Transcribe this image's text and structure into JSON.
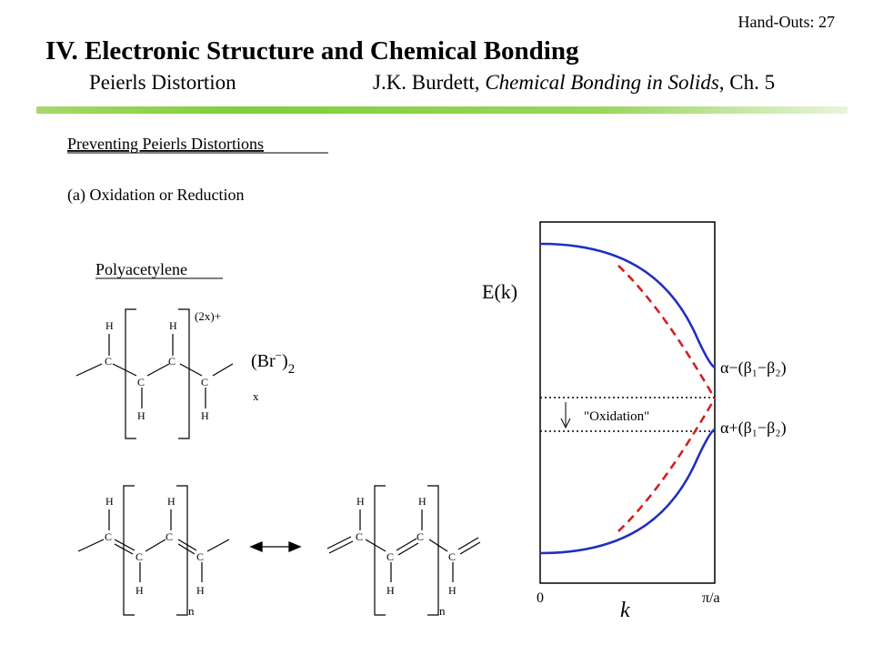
{
  "header": {
    "handout": "Hand-Outs: 27",
    "title": "IV. Electronic Structure and Chemical Bonding",
    "subtitle_left": "Peierls Distortion",
    "ref_author": "J.K. Burdett,",
    "ref_book": "Chemical Bonding in Solids",
    "ref_chapter": ", Ch. 5"
  },
  "content": {
    "section_title": "Preventing Peierls Distortions",
    "item_a": "(a) Oxidation or Reduction",
    "molecule_label": "Polyacetylene",
    "charge_label": "(2x)+",
    "counter_ion": "(Br",
    "counter_ion_sup": "−",
    "counter_ion_close": ")",
    "counter_ion_sub": "2",
    "counter_ion_x": "x",
    "repeat_n1": "n",
    "repeat_n2": "n",
    "atom_h": "H",
    "atom_c": "C"
  },
  "plot": {
    "y_label": "E(k)",
    "x_label": "k",
    "x_tick_start": "0",
    "x_tick_end": "π/a",
    "upper_level_label": "α−(β₁−β₂)",
    "lower_level_label": "α+(β₁−β₂)",
    "annotation": "\"Oxidation\"",
    "curve_color": "#1f2fbf",
    "dashed_color": "#d42020"
  }
}
